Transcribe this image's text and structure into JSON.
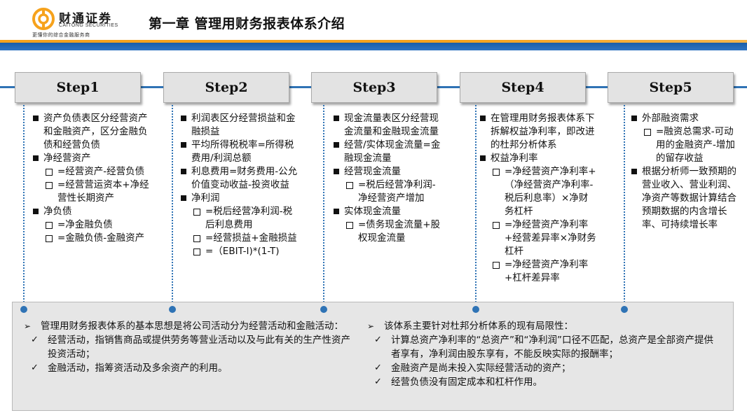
{
  "header": {
    "logo_cn": "财通证券",
    "logo_en": "CAITONG SECURITIES",
    "logo_slogan": "更懂你的综合金融服务商",
    "title": "第一章    管理用财务报表体系介绍",
    "colors": {
      "orange": "#f6a21c",
      "blue": "#1a5ea8",
      "accent": "#2f73b5"
    }
  },
  "steps": [
    {
      "label": "Step1",
      "lines": [
        {
          "type": "item",
          "text": "资产负债表区分经营资产和金融资产，区分金融负债和经营负债"
        },
        {
          "type": "item",
          "text": "净经营资产"
        },
        {
          "type": "sub",
          "text": "=经营资产-经营负债"
        },
        {
          "type": "sub",
          "text": "=经营营运资本+净经营性长期资产"
        },
        {
          "type": "item",
          "text": "净负债"
        },
        {
          "type": "sub",
          "text": "=净金融负债"
        },
        {
          "type": "sub",
          "text": "=金融负债-金融资产"
        }
      ]
    },
    {
      "label": "Step2",
      "lines": [
        {
          "type": "item",
          "text": "利润表区分经营损益和金融损益"
        },
        {
          "type": "item",
          "text": "平均所得税税率=所得税费用/利润总额"
        },
        {
          "type": "item",
          "text": "利息费用=财务费用-公允价值变动收益-投资收益"
        },
        {
          "type": "item",
          "text": "净利润"
        },
        {
          "type": "sub",
          "text": "=税后经营净利润-税后利息费用"
        },
        {
          "type": "sub",
          "text": "=经营损益+金融损益"
        },
        {
          "type": "sub",
          "text": "=（EBIT-I)*(1-T)"
        }
      ]
    },
    {
      "label": "Step3",
      "lines": [
        {
          "type": "item",
          "text": "现金流量表区分经营现金流量和金融现金流量"
        },
        {
          "type": "item",
          "text": "经营/实体现金流量=金融现金流量"
        },
        {
          "type": "item",
          "text": "经营现金流量"
        },
        {
          "type": "sub",
          "text": "=税后经营净利润-净经营资产增加"
        },
        {
          "type": "item",
          "text": "实体现金流量"
        },
        {
          "type": "sub",
          "text": "=债务现金流量+股权现金流量"
        }
      ]
    },
    {
      "label": "Step4",
      "lines": [
        {
          "type": "item",
          "text": "在管理用财务报表体系下拆解权益净利率，即改进的杜邦分析体系"
        },
        {
          "type": "item",
          "text": "权益净利率"
        },
        {
          "type": "sub",
          "text": "=净经营资产净利率+（净经营资产净利率-税后利息率）×净财务杠杆"
        },
        {
          "type": "sub",
          "text": "=净经营资产净利率+经营差异率×净财务杠杆"
        },
        {
          "type": "sub",
          "text": "=净经营资产净利率+杠杆差异率"
        }
      ]
    },
    {
      "label": "Step5",
      "lines": [
        {
          "type": "item",
          "text": "外部融资需求"
        },
        {
          "type": "sub",
          "text": "=融资总需求-可动用的金融资产-增加的留存收益"
        },
        {
          "type": "item",
          "text": "根据分析师一致预期的营业收入、营业利润、净资产等数据计算结合预期数据的内含增长率、可持续增长率"
        }
      ]
    }
  ],
  "panel": {
    "left": [
      {
        "type": "arrow",
        "text": "管理用财务报表体系的基本思想是将公司活动分为经营活动和金融活动："
      },
      {
        "type": "check",
        "text": "经营活动，指销售商品或提供劳务等营业活动以及与此有关的生产性资产投资活动；"
      },
      {
        "type": "check",
        "text": "金融活动，指筹资活动及多余资产的利用。"
      }
    ],
    "right": [
      {
        "type": "arrow",
        "text": "该体系主要针对杜邦分析体系的现有局限性："
      },
      {
        "type": "check",
        "text": "计算总资产净利率的“总资产”和“净利润”口径不匹配，总资产是全部资产提供者享有，净利润由股东享有，不能反映实际的报酬率；"
      },
      {
        "type": "check",
        "text": "金融资产是尚未投入实际经营活动的资产；"
      },
      {
        "type": "check",
        "text": "经营负债没有固定成本和杠杆作用。"
      }
    ]
  }
}
